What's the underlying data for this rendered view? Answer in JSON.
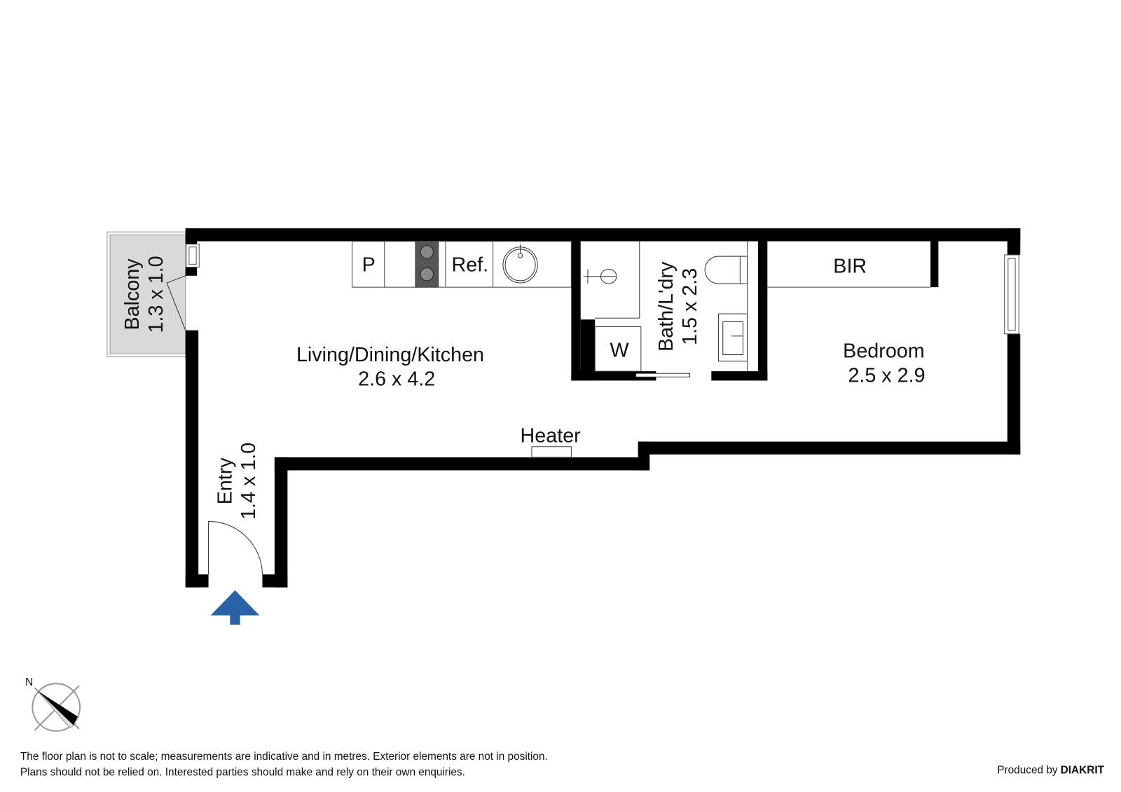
{
  "rooms": {
    "living": {
      "name": "Living/Dining/Kitchen",
      "size": "2.6 x 4.2"
    },
    "balcony": {
      "name": "Balcony",
      "size": "1.3 x 1.0"
    },
    "entry": {
      "name": "Entry",
      "size": "1.4 x 1.0"
    },
    "bath": {
      "name": "Bath/L'dry",
      "size": "1.5 x 2.3"
    },
    "bedroom": {
      "name": "Bedroom",
      "size": "2.5 x 2.9"
    }
  },
  "fixtures": {
    "pantry": "P",
    "fridge": "Ref.",
    "washer": "W",
    "robe": "BIR",
    "heater": "Heater"
  },
  "compass": {
    "north_label": "N"
  },
  "disclaimer": {
    "line1": "The floor plan is not to scale; measurements are indicative and in metres. Exterior elements are not in position.",
    "line2": "Plans should not be relied on. Interested parties should make and rely on their own enquiries."
  },
  "credit": {
    "prefix": "Produced by",
    "brand": "DIAKRIT"
  },
  "colors": {
    "wall": "#000000",
    "balcony": "#d9d9d9",
    "entry_arrow": "#2a62a8"
  }
}
